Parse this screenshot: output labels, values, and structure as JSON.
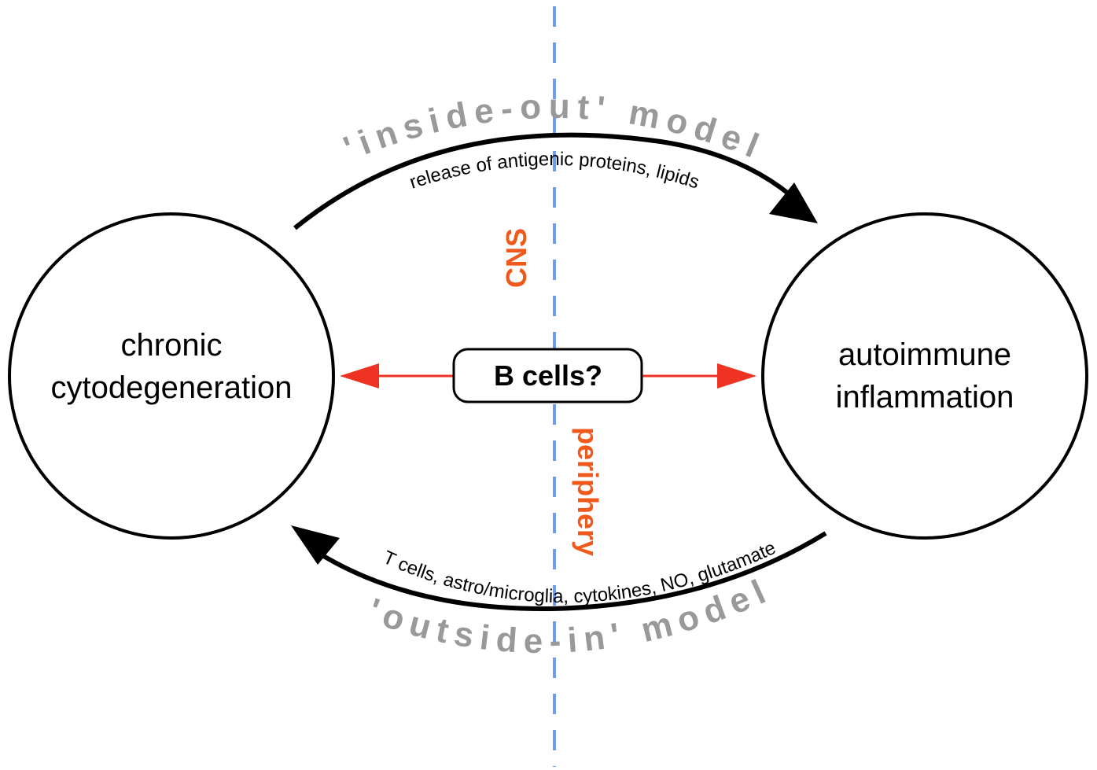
{
  "nodes": {
    "left": {
      "line1": "chronic",
      "line2": "cytodegeneration"
    },
    "right": {
      "line1": "autoimmune",
      "line2": "inflammation"
    }
  },
  "arcs": {
    "top": {
      "model_label": "'inside-out' model",
      "caption": "release of antigenic proteins, lipids"
    },
    "bottom": {
      "model_label": "'outside-in' model",
      "caption": "T cells, astro/microglia, cytokines, NO, glutamate"
    }
  },
  "regions": {
    "left": "CNS",
    "right": "periphery"
  },
  "center": {
    "label": "B cells?"
  },
  "colors": {
    "divider": "#6f9cf0",
    "region_text": "#ef5a1c",
    "red_arrow": "#ee3323",
    "model_text": "#999999",
    "stroke": "#000000"
  }
}
